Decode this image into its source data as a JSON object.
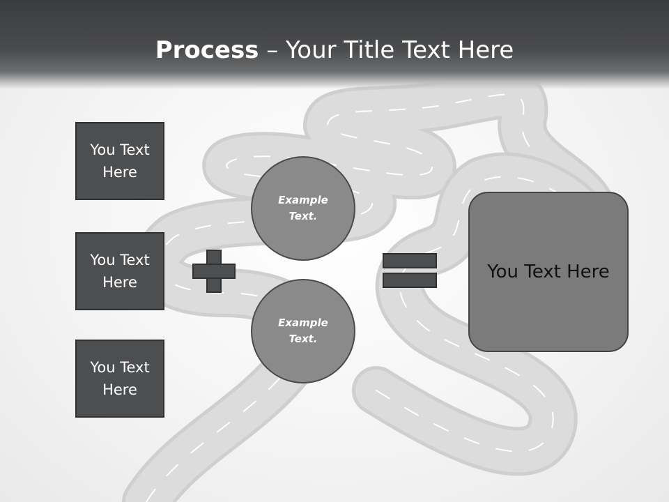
{
  "slide": {
    "title_bold": "Process",
    "title_rest": " – Your Title Text Here",
    "boxes": [
      "You Text Here",
      "You Text Here",
      "You Text Here"
    ],
    "circles": [
      "Example Text.",
      "Example Text."
    ],
    "result": "You Text Here",
    "colors": {
      "header": "#4a4b4d",
      "box": "#4d4e50",
      "circle": "#8a8a8a",
      "result": "#7b7b7b"
    },
    "icons": [
      "plus-icon",
      "equals-icon",
      "winding-road-illustration"
    ]
  }
}
